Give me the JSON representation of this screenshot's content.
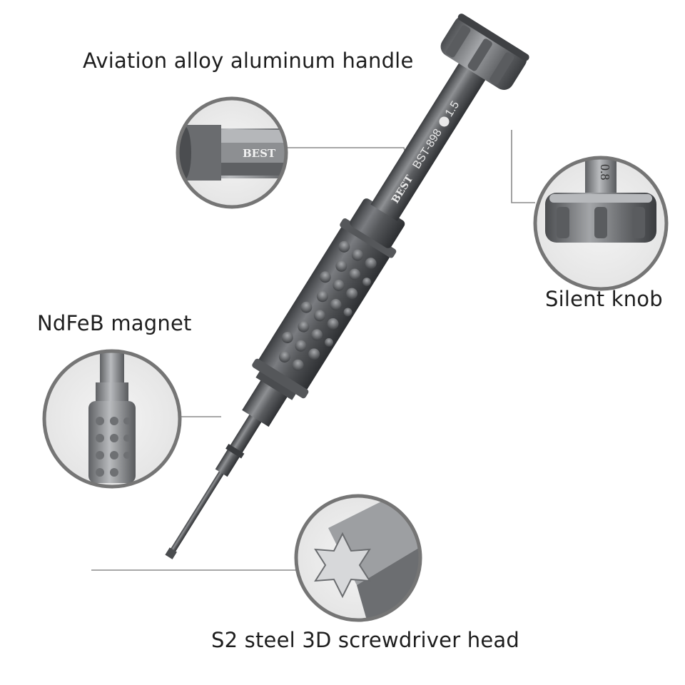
{
  "labels": {
    "handle": "Aviation alloy aluminum handle",
    "knob": "Silent knob",
    "magnet": "NdFeB magnet",
    "head": "S2 steel 3D screwdriver head"
  },
  "engraving": {
    "brand": "BEST",
    "model": "BST-898",
    "size": "1.5",
    "knob_mark": "0.8"
  },
  "colors": {
    "metal_dark": "#4d4f52",
    "metal_mid": "#6b6d70",
    "metal_light": "#9a9c9f",
    "ring": "#7a7a7a",
    "background": "#ffffff"
  }
}
